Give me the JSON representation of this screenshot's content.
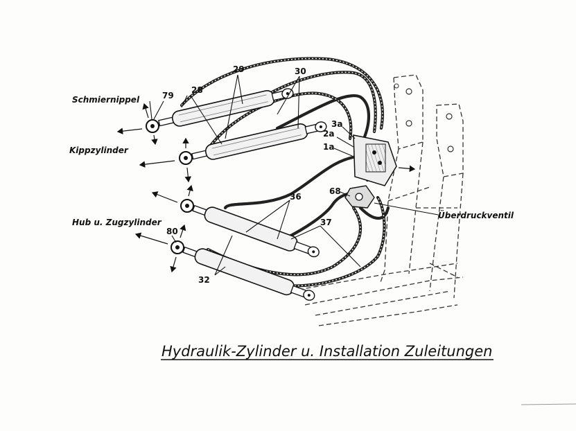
{
  "labels": {
    "schmiernippel": "Schmiernippel",
    "kippzylinder": "Kippzylinder",
    "hub_zugzylinder": "Hub u. Zugzylinder",
    "ueberdruckventil": "Überdruckventil"
  },
  "numbers": {
    "n79": "79",
    "n28": "28",
    "n29": "29",
    "n30": "30",
    "n3a": "3a",
    "n2a": "2a",
    "n1a": "1a",
    "n68": "68",
    "n36": "36",
    "n37": "37",
    "n80": "80",
    "n32": "32"
  },
  "title": "Hydraulik-Zylinder u. Installation Zuleitungen"
}
